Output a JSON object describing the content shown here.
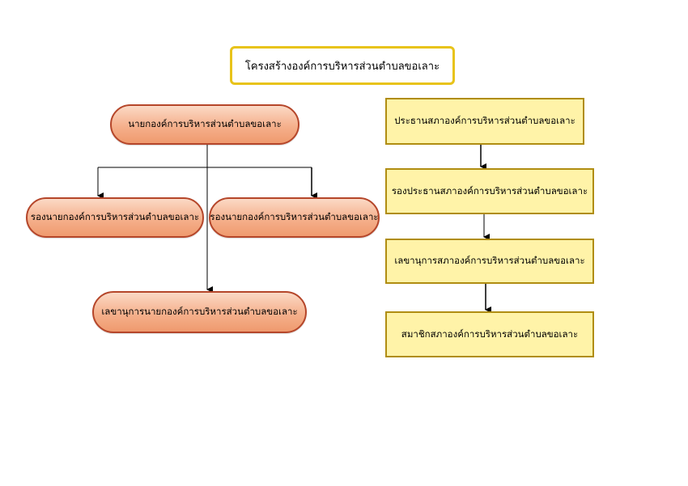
{
  "title": "โครงสร้างองค์การบริหารส่วนตำบลขอเลาะ",
  "executive": {
    "mayor": "นายกองค์การบริหารส่วนตำบลขอเลาะ",
    "deputy_left": "รองนายกองค์การบริหารส่วนตำบลขอเลาะ",
    "deputy_right": "รองนายกองค์การบริหารส่วนตำบลขอเลาะ",
    "secretary": "เลขานุการนายกองค์การบริหารส่วนตำบลขอเลาะ"
  },
  "council": {
    "chair": "ประธานสภาองค์การบริหารส่วนตำบลขอเลาะ",
    "vice_chair": "รองประธานสภาองค์การบริหารส่วนตำบลขอเลาะ",
    "secretary": "เลขานุการสภาองค์การบริหารส่วนตำบลขอเลาะ",
    "members": "สมาชิกสภาองค์การบริหารส่วนตำบลขอเลาะ"
  },
  "colors": {
    "title_border": "#e8c31a",
    "executive_fill": "#f5b08c",
    "executive_border": "#b5462a",
    "council_fill": "#fff3a8",
    "council_border": "#b08d12"
  }
}
